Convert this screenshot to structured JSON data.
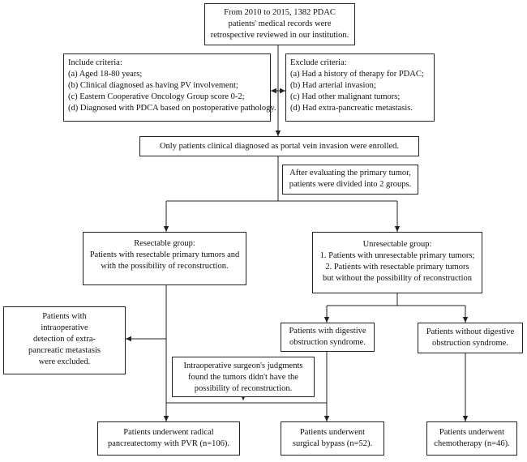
{
  "boxes": {
    "source": {
      "lines": [
        "From 2010 to 2015, 1382 PDAC",
        "patients' medical records were",
        "retrospective reviewed in our institution."
      ]
    },
    "include": {
      "lines": [
        "Include criteria:",
        "(a) Aged  18-80 years;",
        "(b) Clinical  diagnosed as having PV involvement;",
        "(c) Eastern Cooperative Oncology Group score 0-2;",
        "(d) Diagnosed with PDCA based on postoperative pathology."
      ]
    },
    "exclude": {
      "lines": [
        "Exclude criteria:",
        "(a) Had a history of therapy for PDAC;",
        "(b) Had arterial invasion;",
        "(c) Had other malignant  tumors;",
        "(d) Had extra-pancreatic metastasis."
      ]
    },
    "enrolled": {
      "lines": [
        "Only patients clinical diagnosed as portal vein invasion were enrolled."
      ]
    },
    "evaluate": {
      "lines": [
        "After evaluating the primary tumor,",
        "patients were divided into 2 groups."
      ]
    },
    "resectable": {
      "lines": [
        "Resectable group:",
        "Patients with resectable primary tumors and",
        "with the possibility  of reconstruction."
      ]
    },
    "unresectable": {
      "lines": [
        "Unresectable group:",
        "1. Patients with unresectable primary tumors;",
        "2.  Patients with resectable primary tumors",
        "but without the possibility  of reconstruction"
      ]
    },
    "metastasis_excluded": {
      "lines": [
        "Patients with",
        "intraoperative",
        "detection of extra-",
        "pancreatic metastasis",
        "were excluded."
      ]
    },
    "digestive_obstruction": {
      "lines": [
        "Patients with digestive",
        "obstruction syndrome."
      ]
    },
    "no_digestive_obstruction": {
      "lines": [
        "Patients without digestive",
        "obstruction syndrome."
      ]
    },
    "surgeon_judgment": {
      "lines": [
        "Intraoperative surgeon's judgments",
        "found the tumors didn't have the",
        "possibility  of reconstruction."
      ]
    },
    "radical_pvr": {
      "lines": [
        "Patients underwent radical",
        "pancreatectomy with PVR (n=106)."
      ]
    },
    "surgical_bypass": {
      "lines": [
        "Patients underwent",
        "surgical bypass (n=52)."
      ]
    },
    "chemotherapy": {
      "lines": [
        "Patients underwent",
        "chemotherapy (n=46)."
      ]
    }
  }
}
